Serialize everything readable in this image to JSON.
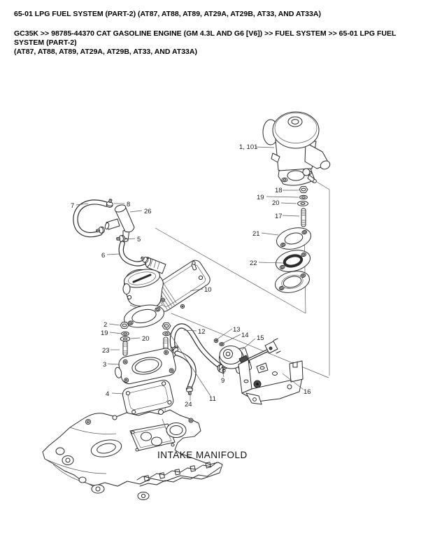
{
  "page": {
    "title": "65-01 LPG FUEL SYSTEM (PART-2) (AT87, AT88, AT89, AT29A, AT29B, AT33, AND AT33A)",
    "breadcrumb_line1": "GC35K >> 98785-44370 CAT GASOLINE ENGINE (GM 4.3L AND G6 [V6]) >> FUEL SYSTEM >> 65-01 LPG FUEL SYSTEM (PART-2)",
    "breadcrumb_line2": "(AT87, AT88, AT89, AT29A, AT29B, AT33, AND AT33A)"
  },
  "diagram": {
    "figure_label": "INTAKE MANIFOLD",
    "callouts": {
      "lockoff": "1, 101",
      "nut_top": "18",
      "washer_top_a": "19",
      "washer_top_b": "20",
      "stud_top": "17",
      "gasket_a": "21",
      "gasket_b": "22",
      "hose_left": "7",
      "clamp_hose_left": "8",
      "tee_fitting": "26",
      "clamp_tee": "5",
      "hose_mixer": "6",
      "mixer": "10",
      "nut_left": "2",
      "washer_left_a": "19",
      "washer_left_b": "20",
      "stud_left": "23",
      "adapter": "3",
      "gasket_adapter": "4",
      "hose_vacuum": "12",
      "screw_diaphragm": "13",
      "washer_diaphragm": "14",
      "rod": "15",
      "clamp_vacuum": "9",
      "hose_balance": "11",
      "clamp_balance": "24",
      "bracket": "16"
    },
    "colors": {
      "line": "#2b2b2b",
      "text": "#1a1a1a",
      "background": "#ffffff"
    }
  }
}
